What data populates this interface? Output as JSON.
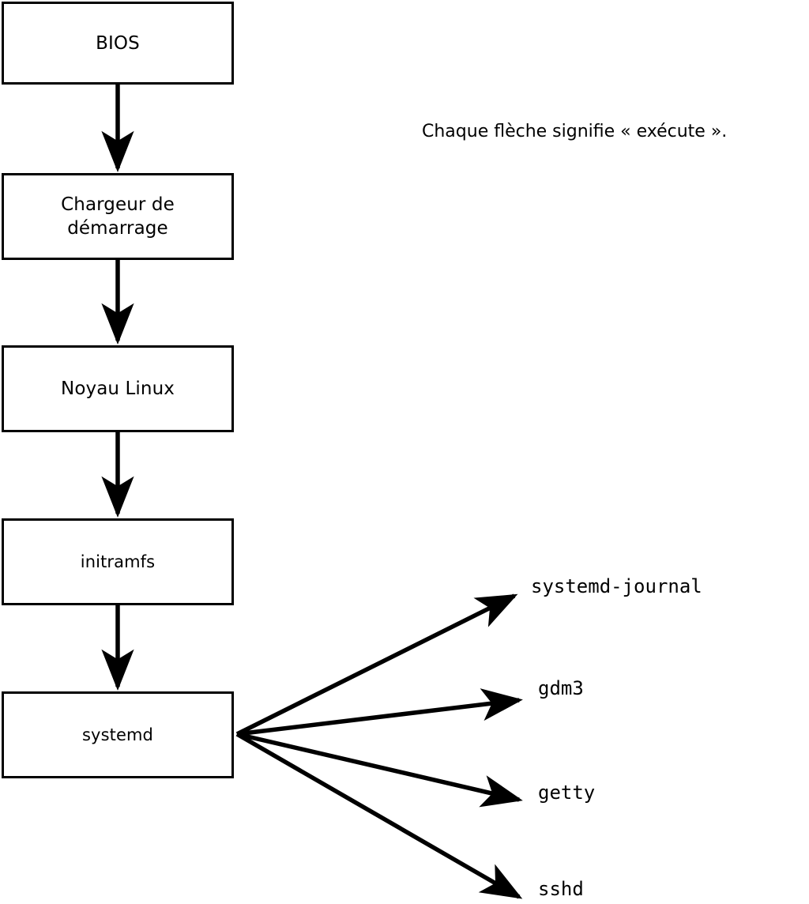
{
  "diagram": {
    "title_caption": "Chaque flèche signifie « exécute ».",
    "boot_chain": [
      {
        "id": "bios",
        "label": "BIOS"
      },
      {
        "id": "bootloader",
        "label": "Chargeur de\ndémarrage"
      },
      {
        "id": "kernel",
        "label": "Noyau Linux"
      },
      {
        "id": "initramfs",
        "label": "initramfs"
      },
      {
        "id": "systemd",
        "label": "systemd"
      }
    ],
    "services": [
      {
        "id": "systemd-journal",
        "label": "systemd-journal"
      },
      {
        "id": "gdm3",
        "label": "gdm3"
      },
      {
        "id": "getty",
        "label": "getty"
      },
      {
        "id": "sshd",
        "label": "sshd"
      }
    ],
    "colors": {
      "stroke": "#000000",
      "fill": "#ffffff",
      "text": "#000000"
    }
  }
}
